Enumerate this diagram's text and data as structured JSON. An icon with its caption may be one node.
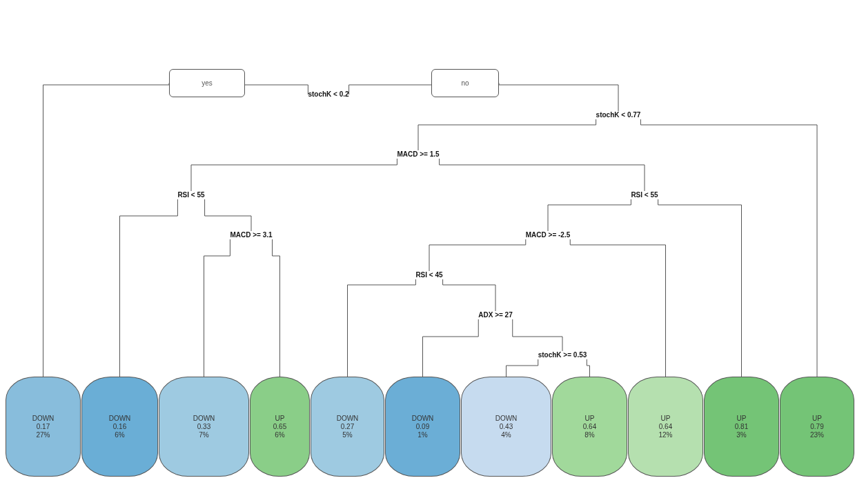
{
  "diagram": {
    "nodes": [
      {
        "text": [
          "stochK < 0.2"
        ]
      },
      {
        "text": [
          "yes"
        ]
      },
      {
        "text": [
          "no"
        ]
      },
      {
        "text": [
          "stochK < 0.77"
        ]
      },
      {
        "text": [
          "MACD >= 1.5"
        ]
      },
      {
        "text": [
          "RSI < 55"
        ]
      },
      {
        "text": [
          "RSI < 55"
        ]
      },
      {
        "text": [
          "MACD >= 3.1"
        ]
      },
      {
        "text": [
          "MACD >= -2.5"
        ]
      },
      {
        "text": [
          "RSI < 45"
        ]
      },
      {
        "text": [
          "ADX >= 27"
        ]
      },
      {
        "text": [
          "stochK >= 0.53"
        ]
      },
      {
        "text": [
          "DOWN",
          "0.17",
          "27%"
        ]
      },
      {
        "text": [
          "DOWN",
          "0.16",
          "6%"
        ]
      },
      {
        "text": [
          "DOWN",
          "0.33",
          "7%"
        ]
      },
      {
        "text": [
          "UP",
          "0.65",
          "6%"
        ]
      },
      {
        "text": [
          "DOWN",
          "0.27",
          "5%"
        ]
      },
      {
        "text": [
          "DOWN",
          "0.09",
          "1%"
        ]
      },
      {
        "text": [
          "DOWN",
          "0.43",
          "4%"
        ]
      },
      {
        "text": [
          "UP",
          "0.64",
          "8%"
        ]
      },
      {
        "text": [
          "UP",
          "0.64",
          "12%"
        ]
      },
      {
        "text": [
          "UP",
          "0.81",
          "3%"
        ]
      },
      {
        "text": [
          "UP",
          "0.79",
          "23%"
        ]
      }
    ],
    "edges": [
      {
        "from": 0,
        "to": 1,
        "arrow": "none"
      },
      {
        "from": 1,
        "to": 12,
        "arrow": "none"
      },
      {
        "from": 0,
        "to": 2,
        "arrow": "none"
      },
      {
        "from": 2,
        "to": 3,
        "arrow": "none"
      },
      {
        "from": 3,
        "to": 4,
        "arrow": "none"
      },
      {
        "from": 3,
        "to": 22,
        "arrow": "none"
      },
      {
        "from": 4,
        "to": 5,
        "arrow": "none"
      },
      {
        "from": 4,
        "to": 6,
        "arrow": "none"
      },
      {
        "from": 5,
        "to": 13,
        "arrow": "none"
      },
      {
        "from": 5,
        "to": 7,
        "arrow": "none"
      },
      {
        "from": 7,
        "to": 14,
        "arrow": "none"
      },
      {
        "from": 7,
        "to": 15,
        "arrow": "none"
      },
      {
        "from": 6,
        "to": 8,
        "arrow": "none"
      },
      {
        "from": 6,
        "to": 21,
        "arrow": "none"
      },
      {
        "from": 8,
        "to": 9,
        "arrow": "none"
      },
      {
        "from": 8,
        "to": 20,
        "arrow": "none"
      },
      {
        "from": 9,
        "to": 16,
        "arrow": "none"
      },
      {
        "from": 9,
        "to": 10,
        "arrow": "none"
      },
      {
        "from": 10,
        "to": 17,
        "arrow": "none"
      },
      {
        "from": 10,
        "to": 11,
        "arrow": "none"
      },
      {
        "from": 11,
        "to": 18,
        "arrow": "none"
      },
      {
        "from": 11,
        "to": 19,
        "arrow": "none"
      }
    ]
  }
}
